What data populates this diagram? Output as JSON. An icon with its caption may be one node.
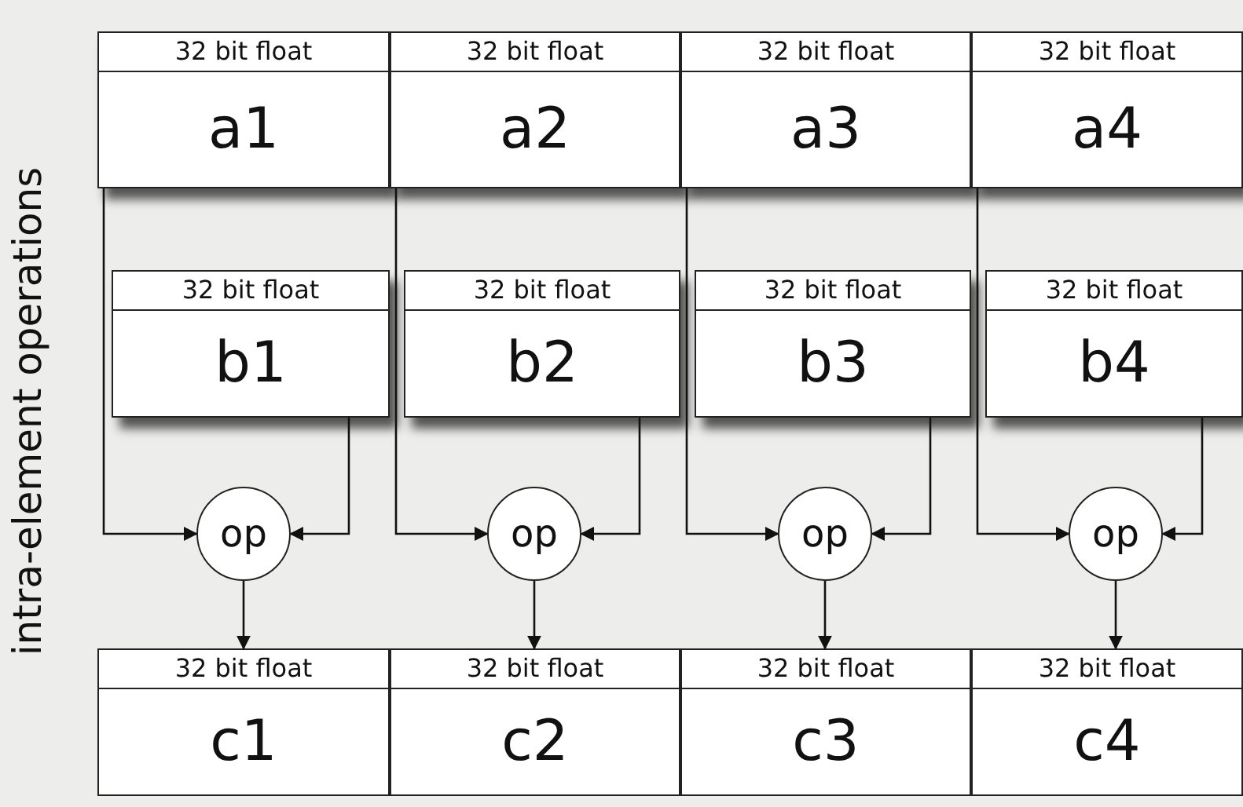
{
  "diagram": {
    "nodes": [
      {
        "text": [
          "32 bit float",
          "a1"
        ]
      },
      {
        "text": [
          "32 bit float",
          "a2"
        ]
      },
      {
        "text": [
          "32 bit float",
          "a3"
        ]
      },
      {
        "text": [
          "32 bit float",
          "a4"
        ]
      },
      {
        "text": [
          "32 bit float",
          "b1"
        ]
      },
      {
        "text": [
          "32 bit float",
          "b2"
        ]
      },
      {
        "text": [
          "32 bit float",
          "b3"
        ]
      },
      {
        "text": [
          "32 bit float",
          "b4"
        ]
      },
      {
        "text": [
          "op"
        ]
      },
      {
        "text": [
          "op"
        ]
      },
      {
        "text": [
          "op"
        ]
      },
      {
        "text": [
          "op"
        ]
      },
      {
        "text": [
          "32 bit float",
          "c1"
        ]
      },
      {
        "text": [
          "32 bit float",
          "c2"
        ]
      },
      {
        "text": [
          "32 bit float",
          "c3"
        ]
      },
      {
        "text": [
          "32 bit float",
          "c4"
        ]
      }
    ],
    "edges": [
      {
        "from": 0,
        "to": 8,
        "arrow": "to"
      },
      {
        "from": 4,
        "to": 8,
        "arrow": "to"
      },
      {
        "from": 8,
        "to": 12,
        "arrow": "to"
      },
      {
        "from": 1,
        "to": 9,
        "arrow": "to"
      },
      {
        "from": 5,
        "to": 9,
        "arrow": "to"
      },
      {
        "from": 9,
        "to": 13,
        "arrow": "to"
      },
      {
        "from": 2,
        "to": 10,
        "arrow": "to"
      },
      {
        "from": 6,
        "to": 10,
        "arrow": "to"
      },
      {
        "from": 10,
        "to": 14,
        "arrow": "to"
      },
      {
        "from": 3,
        "to": 11,
        "arrow": "to"
      },
      {
        "from": 7,
        "to": 11,
        "arrow": "to"
      },
      {
        "from": 11,
        "to": 15,
        "arrow": "to"
      }
    ],
    "labels": [
      "intra-element operations"
    ]
  }
}
